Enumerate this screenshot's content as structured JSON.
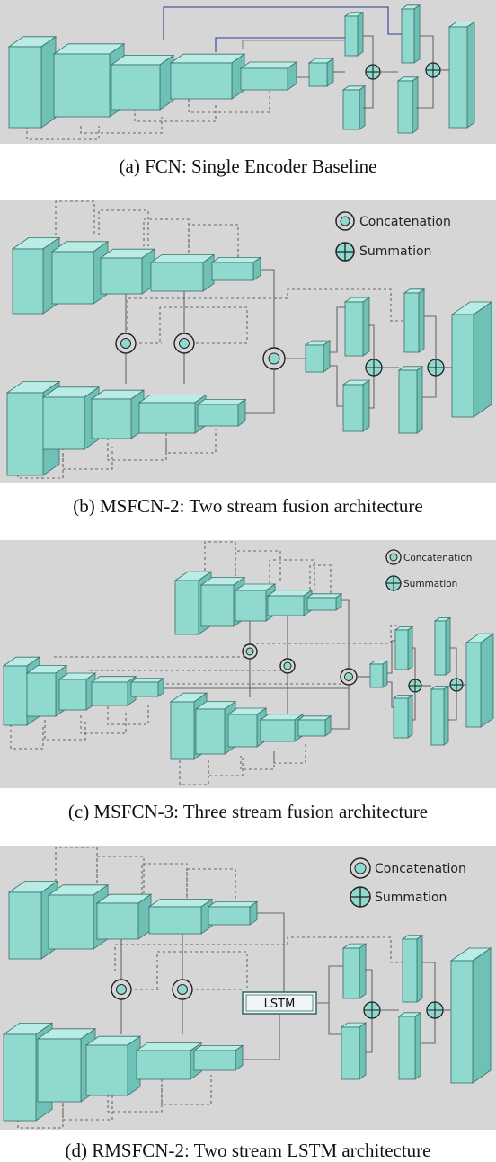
{
  "figure": {
    "captions": [
      "(a) FCN: Single Encoder Baseline",
      "(b) MSFCN-2: Two stream fusion architecture",
      "(c) MSFCN-3: Three stream fusion architecture",
      "(d) RMSFCN-2: Two stream LSTM architecture"
    ],
    "legend": {
      "concatenation": "Concatenation",
      "summation": "Summation"
    },
    "lstm_label": "LSTM",
    "colors": {
      "block_front": "#8fd9cf",
      "block_top": "#b9ece5",
      "block_side": "#6fc1b6",
      "panel_bg": "#d6d6d6",
      "edge": "#3a6f69"
    }
  }
}
